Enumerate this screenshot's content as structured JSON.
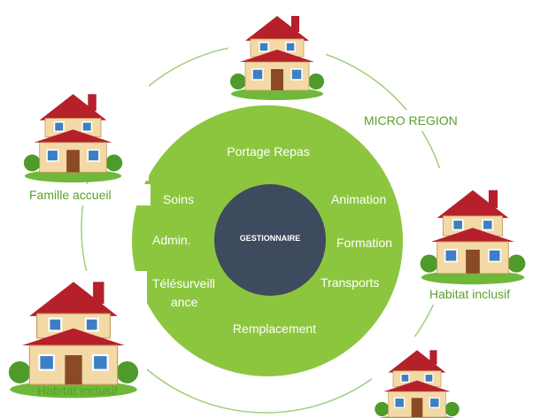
{
  "center_label": "GESTIONNAIRE",
  "ring_labels": {
    "portage_repas": "Portage Repas",
    "soins": "Soins",
    "animation": "Animation",
    "admin": "Admin.",
    "formation": "Formation",
    "telesurveillance_line1": "Télésurveill",
    "telesurveillance_line2": "ance",
    "transports": "Transports",
    "remplacement": "Remplacement"
  },
  "outer_labels": {
    "micro_region": "MICRO REGION",
    "famille_accueil": "Famille accueil",
    "habitat_inclusif_right": "Habitat inclusif",
    "habitat_inclusif_left": "Habitat inclusif"
  },
  "colors": {
    "ring_green": "#8cc63f",
    "center_navy": "#3e4a5e",
    "label_green": "#5aa02c",
    "roof_red": "#b5202a",
    "wall_cream": "#f3d9a6",
    "lawn_green": "#6fb83a"
  }
}
